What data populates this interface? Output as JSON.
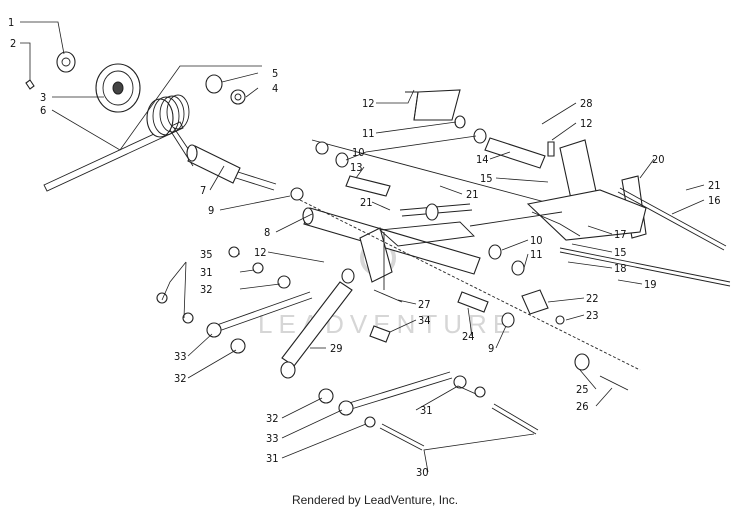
{
  "diagram": {
    "callouts": [
      "1",
      "2",
      "3",
      "6",
      "5",
      "4",
      "12",
      "28",
      "12",
      "11",
      "10",
      "13",
      "14",
      "15",
      "21",
      "20",
      "21",
      "16",
      "7",
      "9",
      "21",
      "8",
      "10",
      "11",
      "17",
      "15",
      "18",
      "19",
      "12",
      "35",
      "31",
      "32",
      "27",
      "34",
      "22",
      "23",
      "24",
      "9",
      "29",
      "33",
      "32",
      "25",
      "26",
      "32",
      "33",
      "31",
      "31",
      "30"
    ]
  },
  "watermark": {
    "text": "LEADVENTURE"
  },
  "footer": {
    "text": "Rendered by LeadVenture, Inc."
  }
}
